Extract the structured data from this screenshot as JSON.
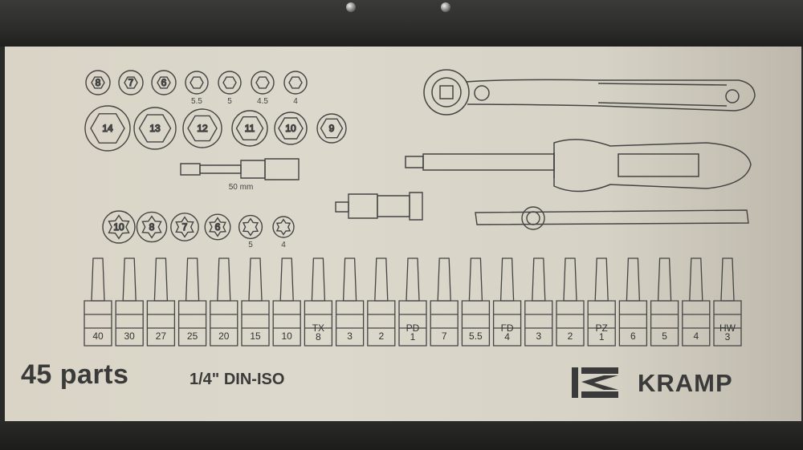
{
  "title": {
    "count": "45 parts",
    "standard": "1/4\" DIN-ISO",
    "brand": "KRAMP"
  },
  "small_sockets": [
    "8",
    "7",
    "6"
  ],
  "small_hex_sockets": [
    "5.5",
    "5",
    "4.5",
    "4"
  ],
  "large_sockets": [
    "14",
    "13",
    "12",
    "11",
    "10",
    "9"
  ],
  "extension_caption": "50 mm",
  "torx_sockets": [
    "10",
    "8",
    "7",
    "6",
    "5",
    "4"
  ],
  "torx_captions": [
    "",
    "",
    "",
    "",
    "5",
    "4"
  ],
  "bits": [
    {
      "top": "",
      "bottom": "40"
    },
    {
      "top": "",
      "bottom": "30"
    },
    {
      "top": "",
      "bottom": "27"
    },
    {
      "top": "",
      "bottom": "25"
    },
    {
      "top": "",
      "bottom": "20"
    },
    {
      "top": "",
      "bottom": "15"
    },
    {
      "top": "",
      "bottom": "10"
    },
    {
      "top": "TX",
      "bottom": "8"
    },
    {
      "top": "",
      "bottom": "3"
    },
    {
      "top": "",
      "bottom": "2"
    },
    {
      "top": "PD",
      "bottom": "1"
    },
    {
      "top": "",
      "bottom": "7"
    },
    {
      "top": "",
      "bottom": "5.5"
    },
    {
      "top": "FD",
      "bottom": "4"
    },
    {
      "top": "",
      "bottom": "3"
    },
    {
      "top": "",
      "bottom": "2"
    },
    {
      "top": "PZ",
      "bottom": "1"
    },
    {
      "top": "",
      "bottom": "6"
    },
    {
      "top": "",
      "bottom": "5"
    },
    {
      "top": "",
      "bottom": "4"
    },
    {
      "top": "HW",
      "bottom": "3"
    }
  ]
}
